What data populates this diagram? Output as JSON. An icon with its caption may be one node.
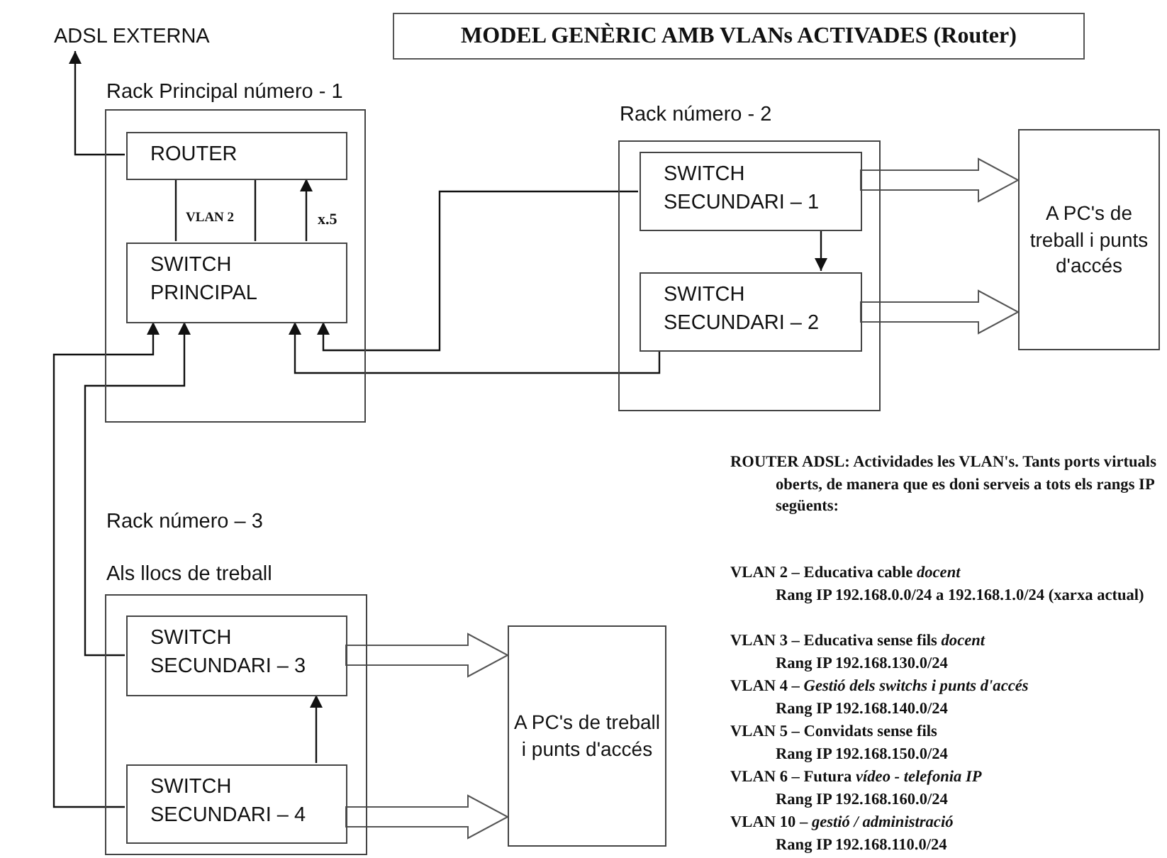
{
  "diagram": {
    "title": "MODEL GENÈRIC AMB VLANs ACTIVADES (Router)",
    "nodes": [
      {
        "text": [
          "ADSL EXTERNA"
        ]
      },
      {
        "text": [
          "Rack Principal número - 1"
        ]
      },
      {
        "text": [
          "ROUTER"
        ],
        "in": 1
      },
      {
        "text": [
          "SWITCH PRINCIPAL"
        ],
        "in": 1
      },
      {
        "text": [
          "Rack número - 2"
        ]
      },
      {
        "text": [
          "SWITCH SECUNDARI – 1"
        ],
        "in": 4
      },
      {
        "text": [
          "SWITCH SECUNDARI – 2"
        ],
        "in": 4
      },
      {
        "text": [
          "A PC's de treball i punts d'accés"
        ]
      },
      {
        "text": [
          "Rack número – 3",
          "Als llocs de treball"
        ]
      },
      {
        "text": [
          "SWITCH SECUNDARI – 3"
        ],
        "in": 8
      },
      {
        "text": [
          "SWITCH SECUNDARI – 4"
        ],
        "in": 8
      },
      {
        "text": [
          "A PC's de treball i punts d'accés"
        ]
      }
    ],
    "edges": [
      {
        "from": 2,
        "to": 0,
        "arrow": "to"
      },
      {
        "from": 3,
        "to": 2,
        "arrow": "none"
      },
      {
        "from": 3,
        "to": 2,
        "arrow": "none"
      },
      {
        "from": 3,
        "to": 2,
        "arrow": "to",
        "label": "x.5"
      },
      {
        "from": 5,
        "to": 3,
        "arrow": "to"
      },
      {
        "from": 6,
        "to": 3,
        "arrow": "to"
      },
      {
        "from": 5,
        "to": 6,
        "arrow": "to"
      },
      {
        "from": 5,
        "to": 7,
        "arrow": "to",
        "style": "thick"
      },
      {
        "from": 6,
        "to": 7,
        "arrow": "to",
        "style": "thick"
      },
      {
        "from": 9,
        "to": 3,
        "arrow": "to"
      },
      {
        "from": 10,
        "to": 3,
        "arrow": "to"
      },
      {
        "from": 10,
        "to": 9,
        "arrow": "to"
      },
      {
        "from": 9,
        "to": 11,
        "arrow": "to",
        "style": "thick"
      },
      {
        "from": 10,
        "to": 11,
        "arrow": "to",
        "style": "thick"
      }
    ],
    "labels": [
      "VLAN 2",
      "ROUTER ADSL: Actividades les VLAN's. Tants ports virtuals oberts, de manera que es doni serveis a tots els rangs IP següents:",
      "VLAN 2 – Educativa cable *docent*",
      "Rang IP 192.168.0.0/24 a 192.168.1.0/24 (xarxa actual)",
      "VLAN 3 – Educativa sense fils *docent*",
      "Rang IP 192.168.130.0/24",
      "VLAN 4 – *Gestió dels switchs i punts d'accés*",
      "Rang IP 192.168.140.0/24",
      "VLAN 5 – Convidats sense fils",
      "Rang IP 192.168.150.0/24",
      "VLAN 6 – Futura *vídeo - telefonia IP*",
      "Rang IP 192.168.160.0/24",
      "VLAN 10 – *gestió / administració*",
      "Rang IP 192.168.110.0/24"
    ]
  }
}
